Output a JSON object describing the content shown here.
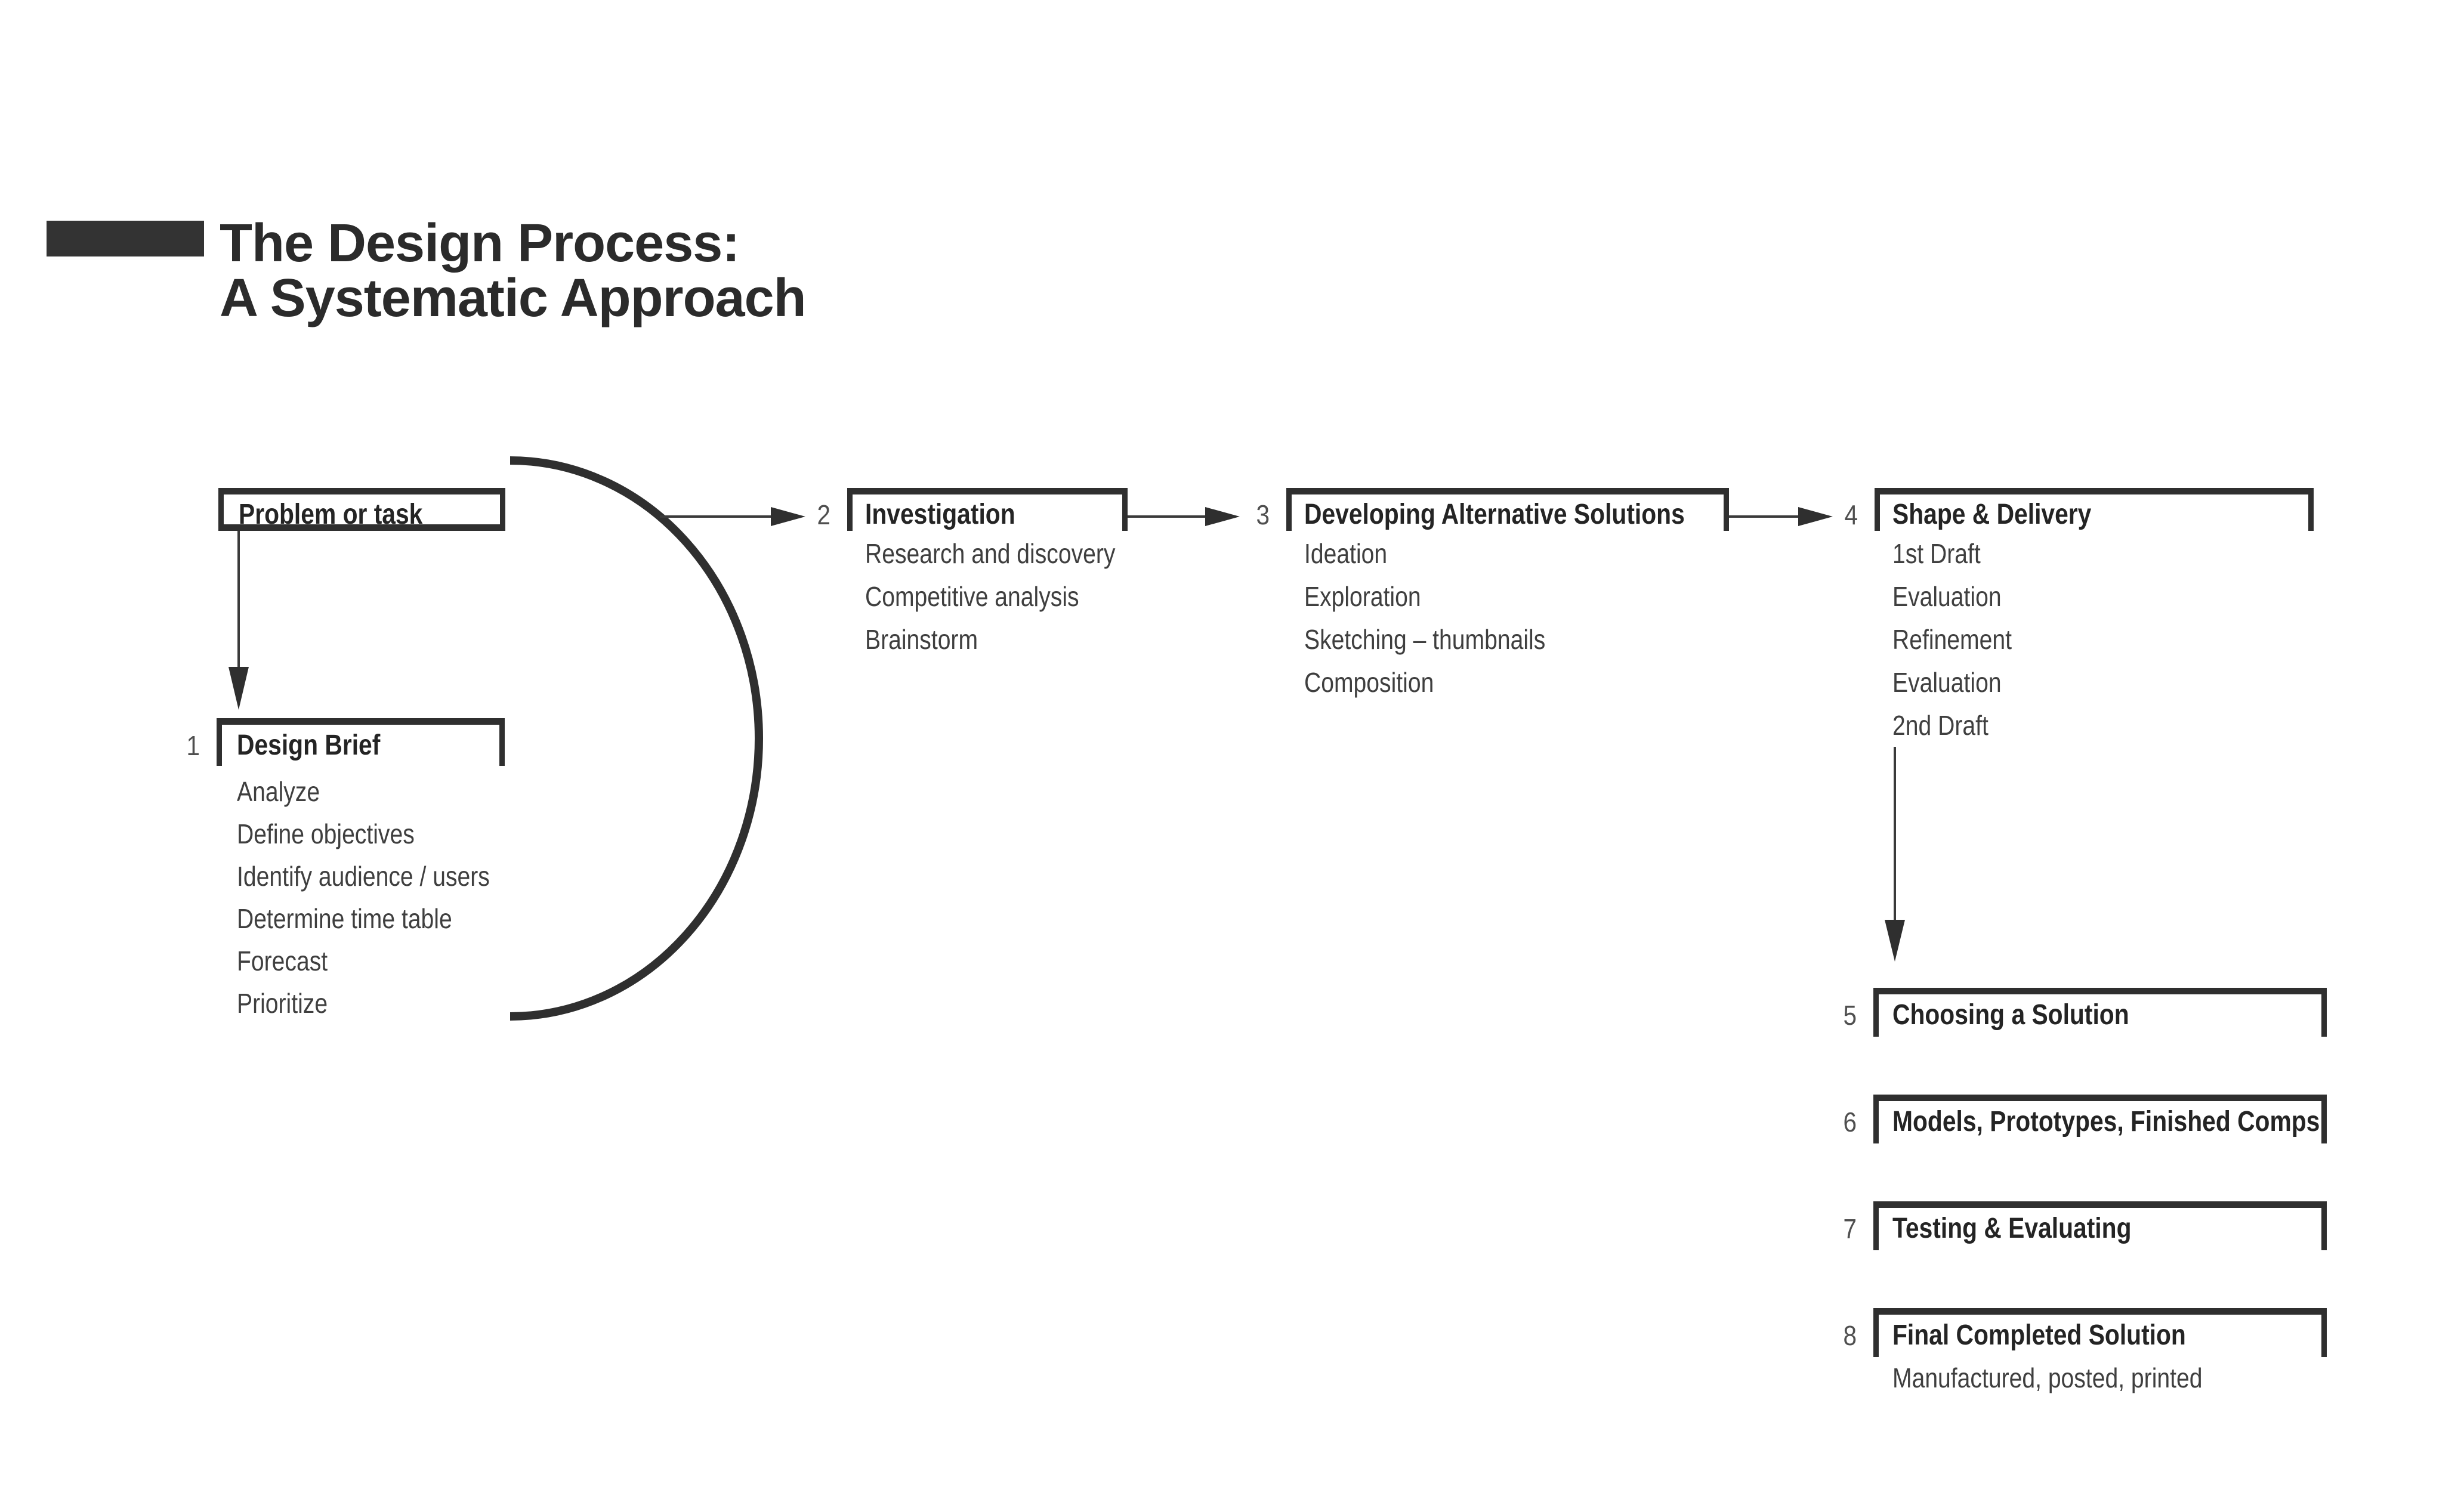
{
  "title": {
    "line1": "The Design Process:",
    "line2": "A Systematic Approach"
  },
  "colors": {
    "ink": "#2f2f2f",
    "heading_text": "#242424",
    "item_text": "#3f3f3f",
    "number_text": "#4f4f4f",
    "background": "#ffffff"
  },
  "nodes": {
    "problem": {
      "label": "Problem or task"
    },
    "design_brief": {
      "number": "1",
      "label": "Design Brief",
      "items": [
        "Analyze",
        "Define objectives",
        "Identify audience / users",
        "Determine time table",
        "Forecast",
        "Prioritize"
      ]
    },
    "investigation": {
      "number": "2",
      "label": "Investigation",
      "items": [
        "Research and discovery",
        "Competitive analysis",
        "Brainstorm"
      ]
    },
    "developing": {
      "number": "3",
      "label": "Developing Alternative Solutions",
      "items": [
        "Ideation",
        "Exploration",
        "Sketching – thumbnails",
        "Composition"
      ]
    },
    "shape_delivery": {
      "number": "4",
      "label": "Shape & Delivery",
      "items": [
        "1st Draft",
        "Evaluation",
        "Refinement",
        "Evaluation",
        "2nd Draft"
      ]
    },
    "choosing": {
      "number": "5",
      "label": "Choosing a Solution"
    },
    "models": {
      "number": "6",
      "label": "Models, Prototypes, Finished Comps"
    },
    "testing": {
      "number": "7",
      "label": "Testing & Evaluating"
    },
    "final": {
      "number": "8",
      "label": "Final Completed Solution",
      "items": [
        "Manufactured, posted, printed"
      ]
    }
  }
}
